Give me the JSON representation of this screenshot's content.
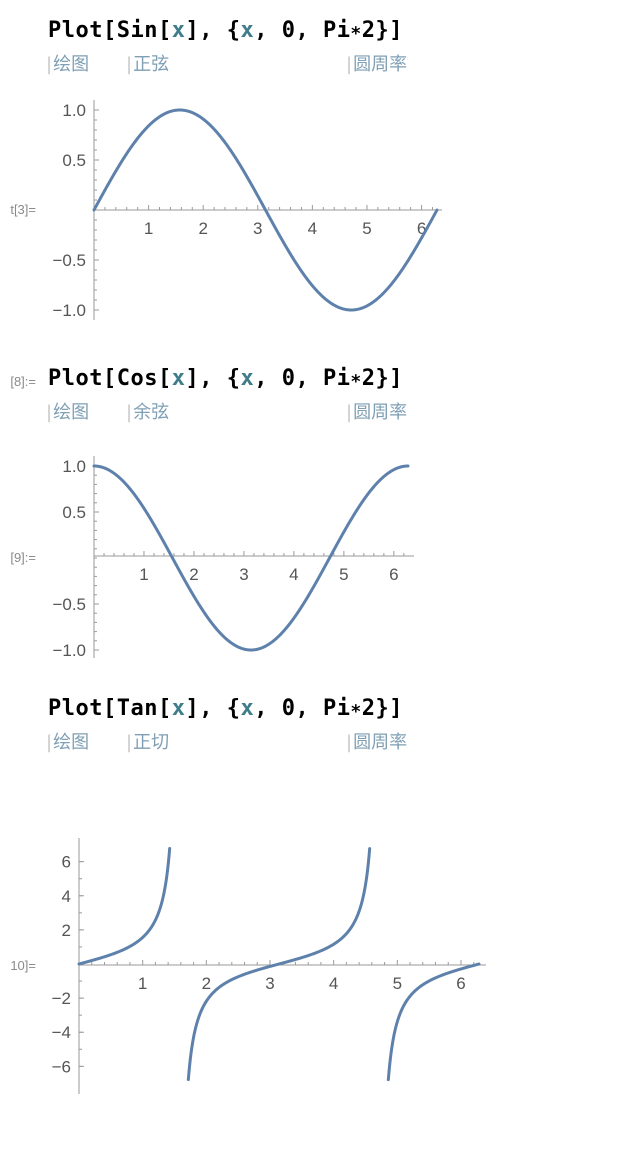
{
  "cells": [
    {
      "input": {
        "func": "Sin",
        "label": ""
      },
      "hints": [
        "绘图",
        "正弦",
        "圆周率"
      ],
      "output_label": "t[3]="
    },
    {
      "input": {
        "func": "Cos",
        "label": "[8]:="
      },
      "hints": [
        "绘图",
        "余弦",
        "圆周率"
      ],
      "output_label": "[9]:="
    },
    {
      "input": {
        "func": "Tan",
        "label": ""
      },
      "hints": [
        "绘图",
        "正切",
        "圆周率"
      ],
      "output_label": "10]="
    }
  ],
  "code_tokens": {
    "plot": "Plot[",
    "open": "[",
    "var": "x",
    "close_fn": "], {",
    "comma_zero": ", 0, ",
    "pi": "Pi",
    "star": "∗",
    "two_end": "2}]"
  },
  "chart_data": [
    {
      "type": "line",
      "series": [
        {
          "function": "sin(x)"
        }
      ],
      "xlim": [
        0,
        6.283
      ],
      "ylim": [
        -1.0,
        1.0
      ],
      "x_ticks": [
        "1",
        "2",
        "3",
        "4",
        "5",
        "6"
      ],
      "y_ticks": [
        "1.0",
        "0.5",
        "−0.5",
        "−1.0"
      ],
      "grid": false
    },
    {
      "type": "line",
      "series": [
        {
          "function": "cos(x)"
        }
      ],
      "xlim": [
        0,
        6.283
      ],
      "ylim": [
        -1.0,
        1.0
      ],
      "x_ticks": [
        "1",
        "2",
        "3",
        "4",
        "5",
        "6"
      ],
      "y_ticks": [
        "1.0",
        "0.5",
        "−0.5",
        "−1.0"
      ],
      "grid": false
    },
    {
      "type": "line",
      "series": [
        {
          "function": "tan(x)"
        }
      ],
      "xlim": [
        0,
        6.283
      ],
      "ylim": [
        -6.8,
        6.8
      ],
      "x_ticks": [
        "1",
        "2",
        "3",
        "4",
        "5",
        "6"
      ],
      "y_ticks": [
        "6",
        "4",
        "2",
        "−2",
        "−4",
        "−6"
      ],
      "grid": false
    }
  ],
  "colors": {
    "curve": "#5e81ac",
    "variable": "#3f7d8c",
    "hint": "#7f9fb4"
  }
}
